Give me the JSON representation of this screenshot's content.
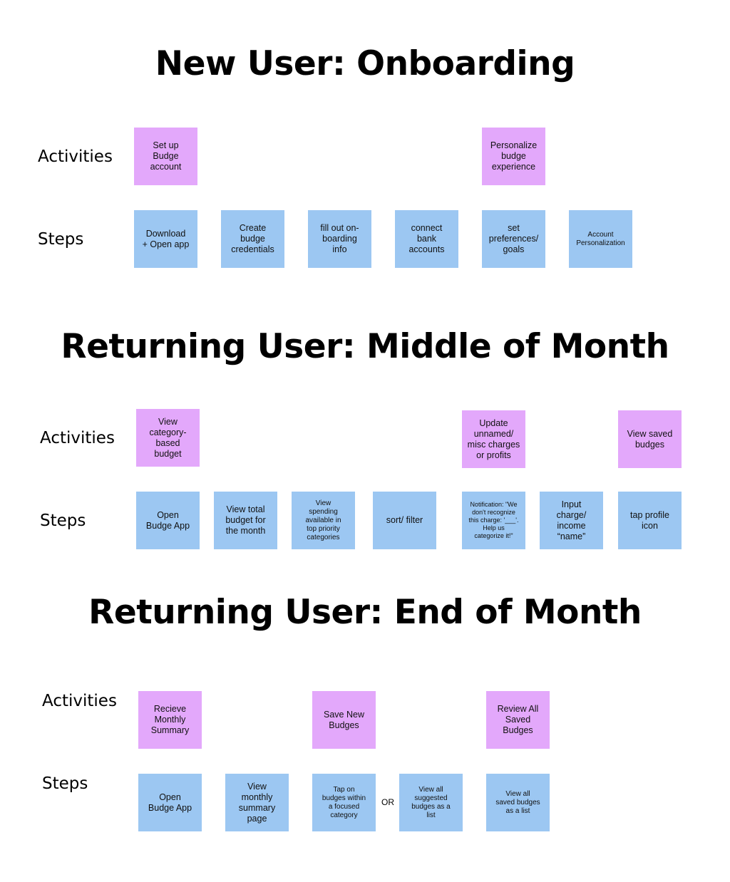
{
  "sections": [
    {
      "title": "New User: Onboarding",
      "activities_label": "Activities",
      "steps_label": "Steps",
      "activities": [
        "Set up\nBudge\naccount",
        "Personalize\nbudge\nexperience"
      ],
      "steps": [
        "Download\n+ Open app",
        "Create\nbudge\ncredentials",
        "fill out on-\nboarding\ninfo",
        "connect\nbank\naccounts",
        "set\npreferences/\ngoals",
        "Account\nPersonalization"
      ]
    },
    {
      "title": "Returning User: Middle of Month",
      "activities_label": "Activities",
      "steps_label": "Steps",
      "activities": [
        "View\ncategory-\nbased\nbudget",
        "Update\nunnamed/\nmisc charges\nor profits",
        "View saved\nbudges"
      ],
      "steps": [
        "Open\nBudge App",
        "View total\nbudget for\nthe month",
        "View\nspending\navailable in\ntop priority\ncategories",
        "sort/ filter",
        "Notification: \"We\ndon't recognize\nthis charge: '___'.\nHelp us\ncategorize it!\"",
        "Input\ncharge/\nincome\n“name”",
        "tap profile\nicon"
      ]
    },
    {
      "title": "Returning User: End of Month",
      "activities_label": "Activities",
      "steps_label": "Steps",
      "activities": [
        "Recieve\nMonthly\nSummary",
        "Save New\nBudges",
        "Review All\nSaved\nBudges"
      ],
      "steps": [
        "Open\nBudge App",
        "View\nmonthly\nsummary\npage",
        "Tap on\nbudges within\na focused\ncategory",
        "View all\nsuggested\nbudges as a\nlist",
        "View all\nsaved budges\nas a list"
      ],
      "connector": "OR"
    }
  ],
  "colors": {
    "activity_note": "#e3a8fb",
    "step_note": "#9cc7f2",
    "background": "#ffffff"
  }
}
